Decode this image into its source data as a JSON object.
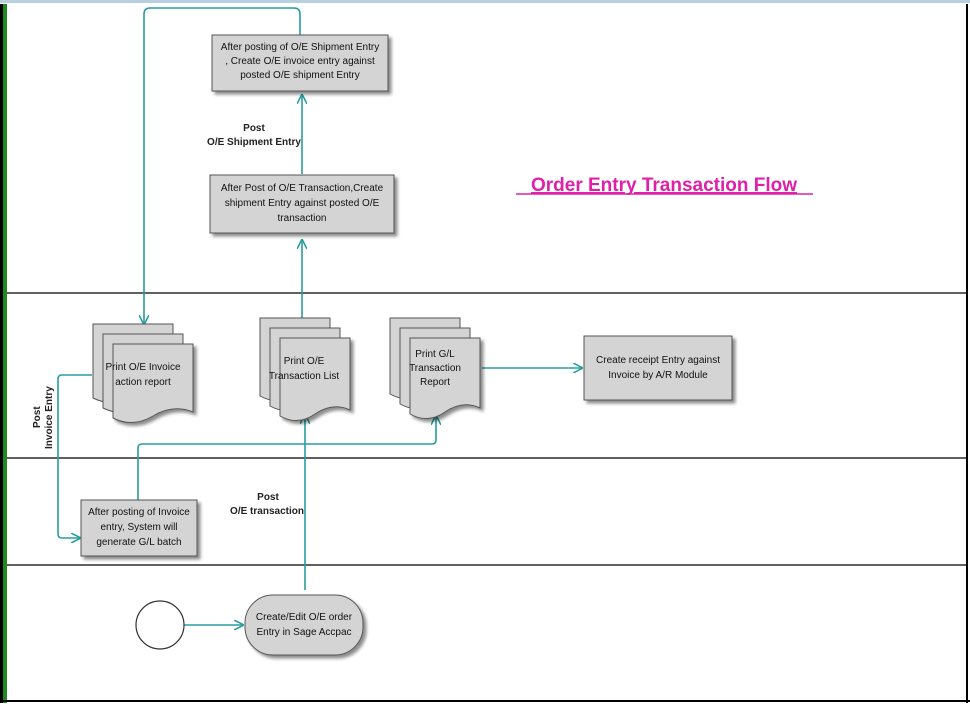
{
  "title": "Order Entry Transaction Flow",
  "colors": {
    "accent_title": "#e020a8",
    "connector": "#2a9d9d",
    "lane_border": "#000000",
    "left_bar": "#1f8a1f",
    "box_fill": "#d4d4d4",
    "box_stroke": "#555555"
  },
  "nodes": {
    "shipment_to_invoice": [
      "After posting of O/E Shipment Entry",
      ", Create O/E invoice entry against",
      "posted O/E shipment Entry"
    ],
    "transaction_to_shipment": [
      "After Post of O/E Transaction,Create",
      "shipment Entry against posted O/E",
      "transaction"
    ],
    "print_invoice_report": [
      "Print O/E Invoice",
      "action report"
    ],
    "print_transaction_list": [
      "Print O/E",
      "Transaction List"
    ],
    "print_gl_report": [
      "Print G/L",
      "Transaction",
      "Report"
    ],
    "create_receipt": [
      "Create receipt Entry against",
      "Invoice by A/R Module"
    ],
    "invoice_gl_batch": [
      "After posting of Invoice",
      "entry, System will",
      "generate G/L batch"
    ],
    "create_edit_order": [
      "Create/Edit O/E order",
      "Entry in Sage Accpac"
    ]
  },
  "edge_labels": {
    "post_shipment": [
      "Post",
      "O/E Shipment Entry"
    ],
    "post_invoice": [
      "Post",
      "Invoice Entry"
    ],
    "post_transaction": [
      "Post",
      "O/E transaction"
    ]
  }
}
